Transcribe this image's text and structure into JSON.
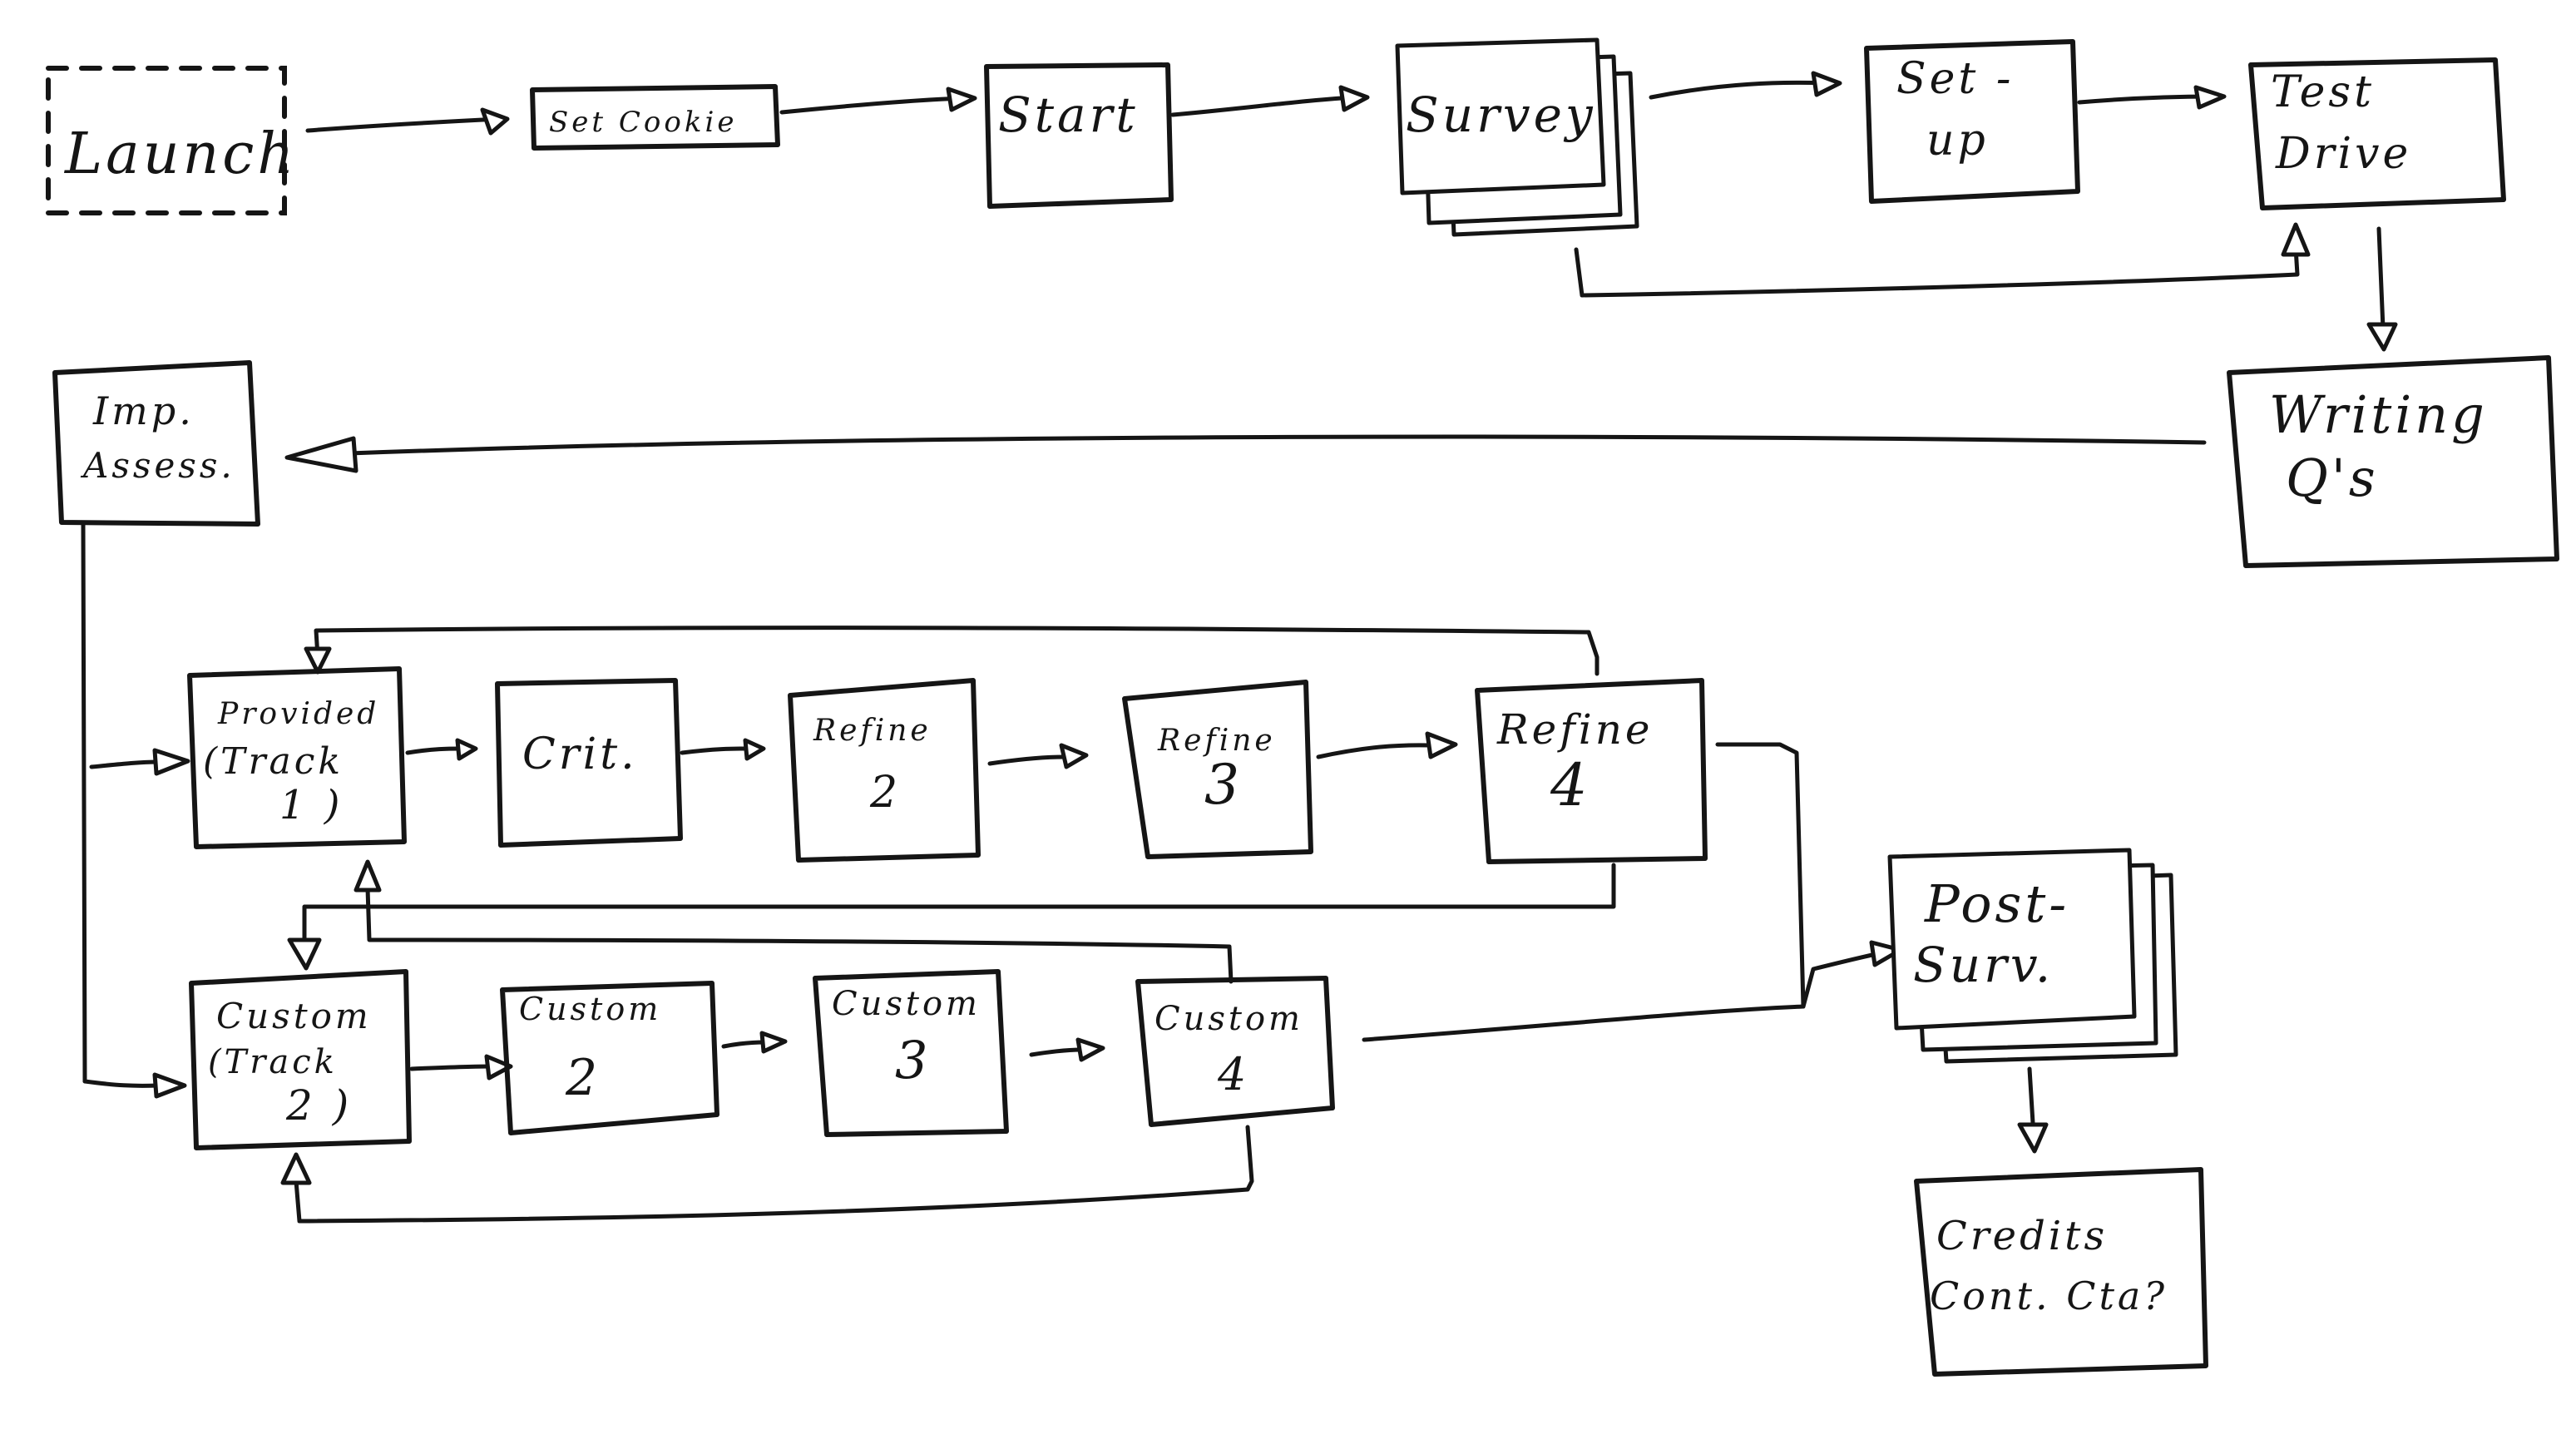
{
  "diagram": {
    "launch": "Launch",
    "set_cookie": "Set Cookie",
    "start": "Start",
    "survey": "Survey",
    "setup": [
      "Set -",
      "up"
    ],
    "test_drive": [
      "Test",
      "Drive"
    ],
    "writing_qs": [
      "Writing",
      "Q's"
    ],
    "imp_assess": [
      "Imp.",
      "Assess."
    ],
    "provided": [
      "Provided",
      "(Track",
      "1 )"
    ],
    "crit": "Crit.",
    "refine2": [
      "Refine",
      "2"
    ],
    "refine3": [
      "Refine",
      "3"
    ],
    "refine4": [
      "Refine",
      "4"
    ],
    "custom_track2": [
      "Custom",
      "(Track",
      "2 )"
    ],
    "custom2": [
      "Custom",
      "2"
    ],
    "custom3": [
      "Custom",
      "3"
    ],
    "custom4": [
      "Custom",
      "4"
    ],
    "post_survey": [
      "Post-",
      "Surv."
    ],
    "credits": [
      "Credits",
      "Cont. Cta?"
    ]
  }
}
